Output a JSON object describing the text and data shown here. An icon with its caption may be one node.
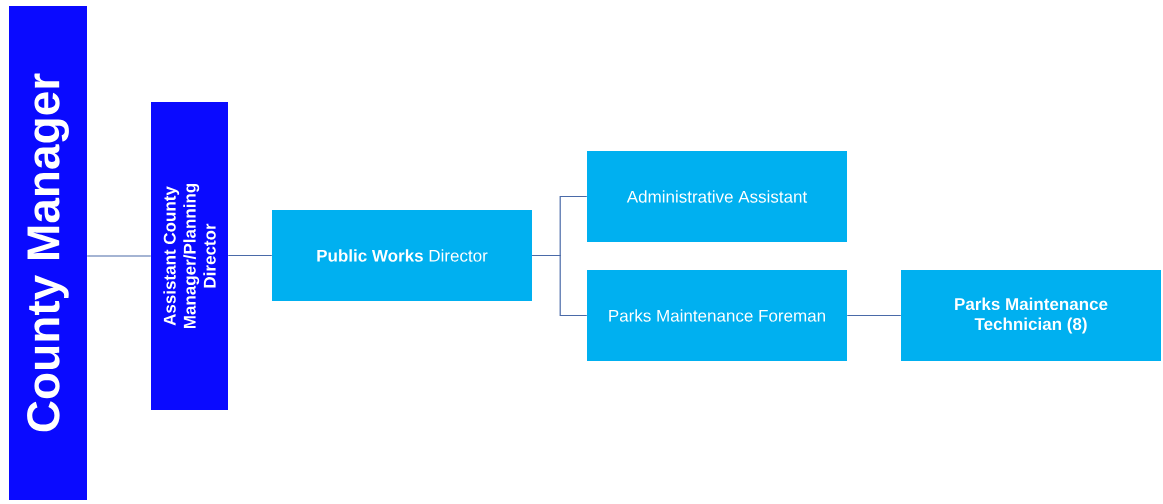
{
  "diagram": {
    "nodes": [
      {
        "text": [
          "County Manager"
        ]
      },
      {
        "text": [
          "Assistant County Manager/Planning Director"
        ]
      },
      {
        "text": [
          "**Public Works** Director"
        ]
      },
      {
        "text": [
          "Administrative Assistant"
        ]
      },
      {
        "text": [
          "Parks Maintenance Foreman"
        ]
      },
      {
        "text": [
          "Parks Maintenance Technician (8)"
        ]
      }
    ],
    "edges": [
      {
        "from": 0,
        "to": 1,
        "arrow": "none"
      },
      {
        "from": 1,
        "to": 2,
        "arrow": "none"
      },
      {
        "from": 2,
        "to": 3,
        "arrow": "none"
      },
      {
        "from": 2,
        "to": 4,
        "arrow": "none"
      },
      {
        "from": 4,
        "to": 5,
        "arrow": "none"
      }
    ]
  }
}
